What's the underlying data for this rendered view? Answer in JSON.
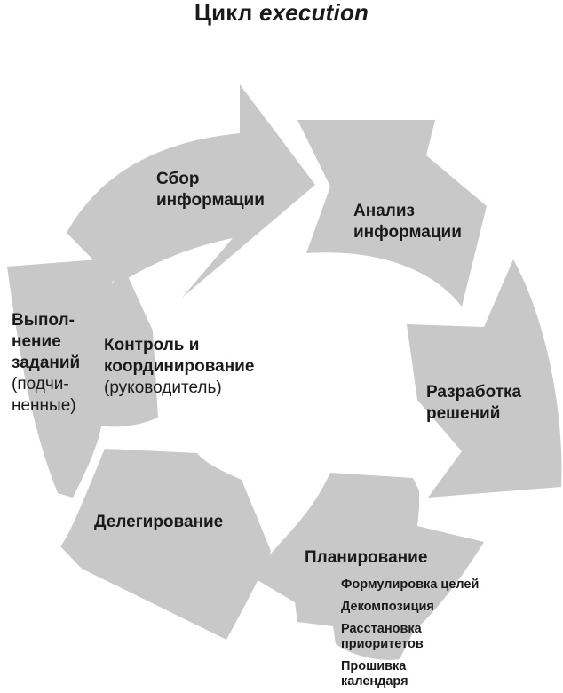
{
  "title": {
    "prefix": "Цикл",
    "emphasis": "execution"
  },
  "colors": {
    "arrow_fill": "#c8c8c8",
    "text": "#1a1a1a",
    "background": "#ffffff"
  },
  "stages": {
    "sbor": [
      "Сбор",
      "информации"
    ],
    "analiz": [
      "Анализ",
      "информации"
    ],
    "razrabotka": [
      "Разработка",
      "решений"
    ],
    "planirovanie": {
      "label": "Планирование",
      "items": [
        "Формулировка целей",
        "Декомпозиция",
        "Расстановка",
        "приоритетов",
        "Прошивка",
        "календаря"
      ]
    },
    "delegirovanie": "Делегирование",
    "vypolnenie": [
      "Выпол-",
      "нение",
      "заданий",
      "(подчи-",
      "ненные)"
    ],
    "kontrol": [
      "Контроль и",
      "координирование",
      "(руководитель)"
    ]
  }
}
